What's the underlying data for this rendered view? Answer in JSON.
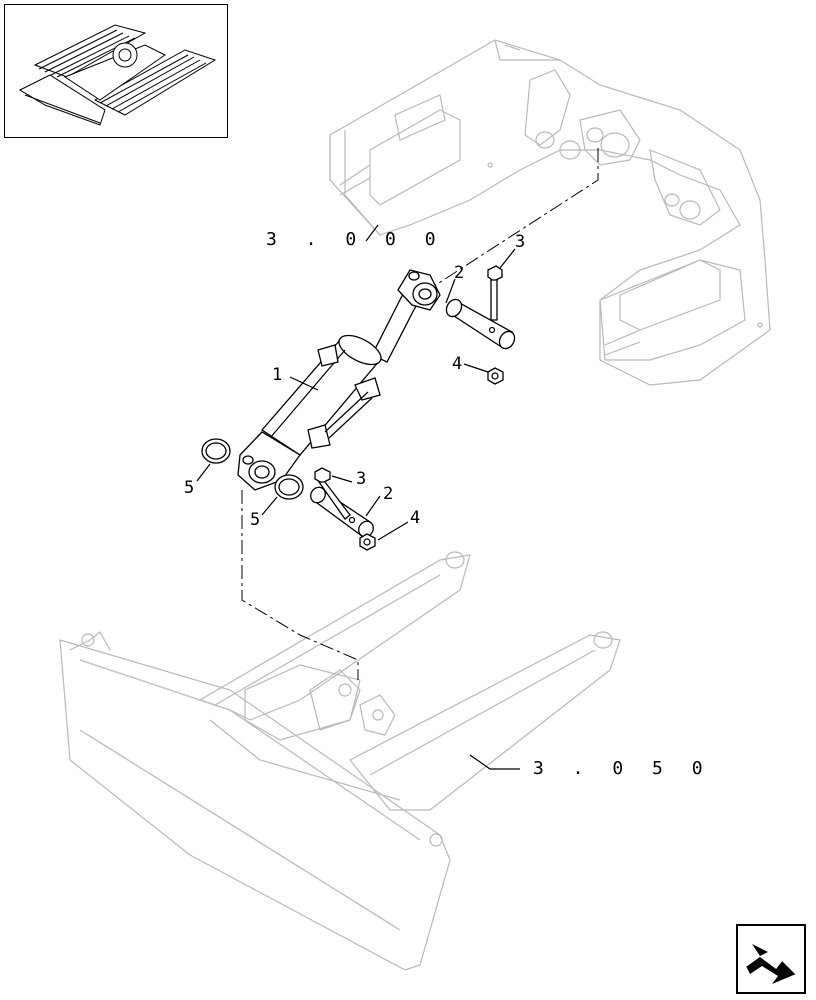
{
  "assembly_references": {
    "upper_frame": "3 . 0 0 0",
    "blade_frame": "3 . 0 5 0"
  },
  "callouts": {
    "cylinder": "1",
    "upper_pin": "2",
    "upper_bolt": "3",
    "upper_nut": "4",
    "lower_pin": "2",
    "lower_bolt": "3",
    "lower_nut": "4",
    "left_seal": "5",
    "right_seal": "5"
  },
  "icons": {
    "thumbnail": "excavator-undercarriage-thumbnail",
    "navigation": "next-page-arrow-icon"
  }
}
